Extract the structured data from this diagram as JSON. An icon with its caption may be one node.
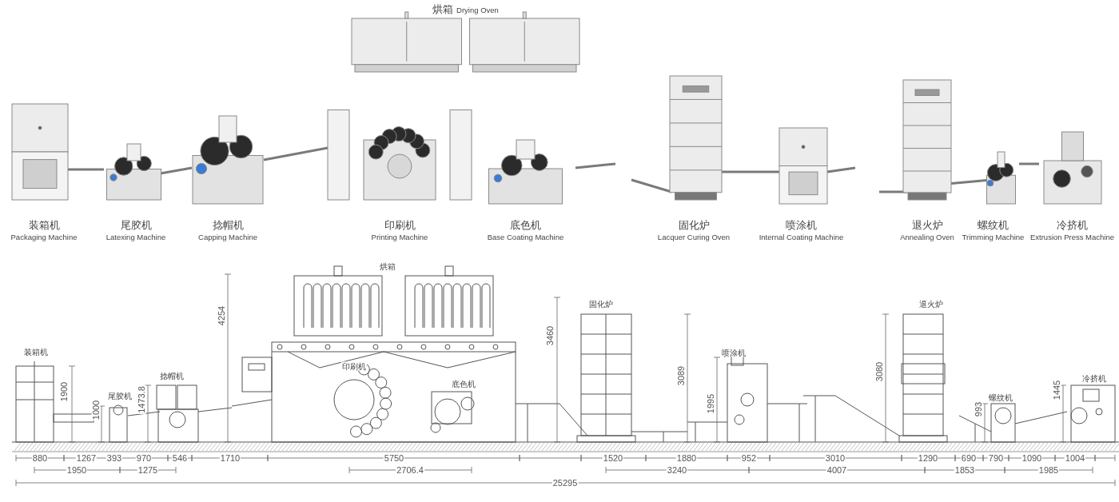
{
  "diagram": {
    "nodes": [
      {
        "text": [
          "烘箱",
          "Drying Oven"
        ]
      },
      {
        "text": [
          "装箱机",
          "Packaging Machine"
        ]
      },
      {
        "text": [
          "尾胶机",
          "Latexing Machine"
        ]
      },
      {
        "text": [
          "捻帽机",
          "Capping Machine"
        ]
      },
      {
        "text": [
          "印刷机",
          "Printing Machine"
        ]
      },
      {
        "text": [
          "底色机",
          "Base Coating Machine"
        ]
      },
      {
        "text": [
          "固化炉",
          "Lacquer Curing Oven"
        ]
      },
      {
        "text": [
          "喷涂机",
          "Internal Coating Machine"
        ]
      },
      {
        "text": [
          "退火炉",
          "Annealing Oven"
        ]
      },
      {
        "text": [
          "螺纹机",
          "Trimming Machine"
        ]
      },
      {
        "text": [
          "冷挤机",
          "Extrusion Press Machine"
        ]
      }
    ],
    "labels": [
      "装箱机",
      "尾胶机",
      "捻帽机",
      "烘箱",
      "印刷机",
      "底色机",
      "固化炉",
      "喷涂机",
      "退火炉",
      "螺纹机",
      "冷挤机",
      "1900",
      "1000",
      "1473.8",
      "4254",
      "3460",
      "3089",
      "1995",
      "3080",
      "993",
      "1445",
      "880",
      "1267",
      "393",
      "970",
      "546",
      "1710",
      "5750",
      "1520",
      "1880",
      "952",
      "3010",
      "1290",
      "690",
      "790",
      "1090",
      "1004",
      "1950",
      "1275",
      "2706.4",
      "3240",
      "4007",
      "1853",
      "1985",
      "25295"
    ]
  }
}
